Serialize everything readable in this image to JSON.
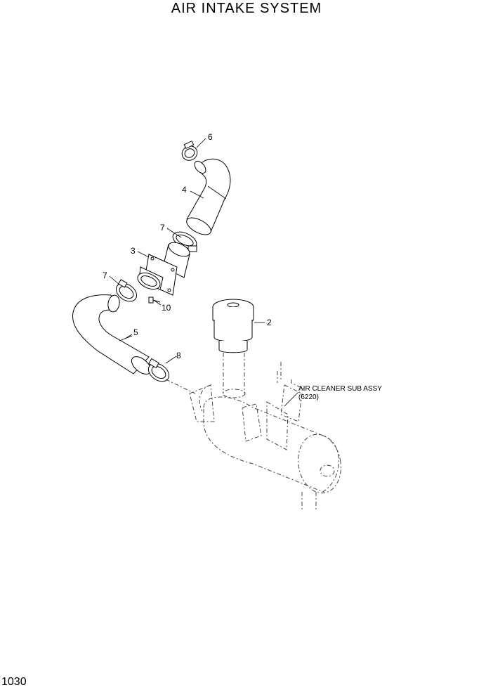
{
  "page": {
    "title": "AIR INTAKE SYSTEM",
    "page_number": "1030"
  },
  "callouts": [
    {
      "id": "6",
      "text": "6"
    },
    {
      "id": "4",
      "text": "4"
    },
    {
      "id": "7a",
      "text": "7"
    },
    {
      "id": "3",
      "text": "3"
    },
    {
      "id": "7b",
      "text": "7"
    },
    {
      "id": "10",
      "text": "10"
    },
    {
      "id": "2",
      "text": "2"
    },
    {
      "id": "5",
      "text": "5"
    },
    {
      "id": "8",
      "text": "8"
    }
  ],
  "assembly_note": {
    "line1": "AIR CLEANER SUB ASSY",
    "line2": "(6220)"
  }
}
